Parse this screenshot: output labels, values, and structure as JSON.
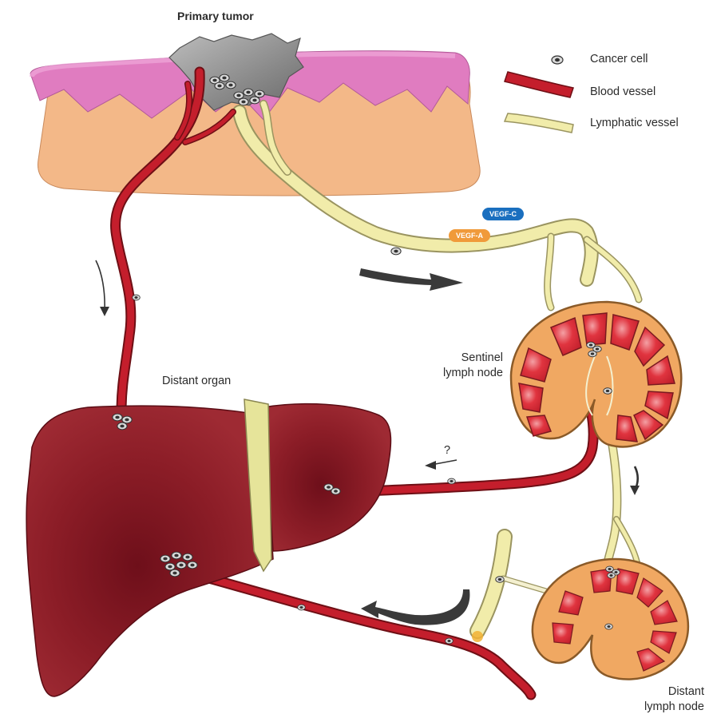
{
  "title_tumor": "Primary tumor",
  "legend": {
    "cancer_cell": "Cancer cell",
    "blood_vessel": "Blood vessel",
    "lymphatic_vessel": "Lymphatic vessel"
  },
  "growth_factors": {
    "vegf_c": "VEGF-C",
    "vegf_a": "VEGF-A"
  },
  "labels": {
    "sentinel_line1": "Sentinel",
    "sentinel_line2": "lymph node",
    "distant_organ": "Distant organ",
    "distant_node_line1": "Distant",
    "distant_node_line2": "lymph node",
    "question": "?"
  },
  "colors": {
    "blood": "#c41e2c",
    "lymph": "#f1ecaa",
    "skin": "#f3b888",
    "epidermis": "#e07cc0",
    "tumor": "#8d8d8d",
    "liver": "#8a1e28",
    "node_capsule": "#f0a862",
    "vegf_c": "#1a6fbf",
    "vegf_a": "#f09a3a"
  }
}
